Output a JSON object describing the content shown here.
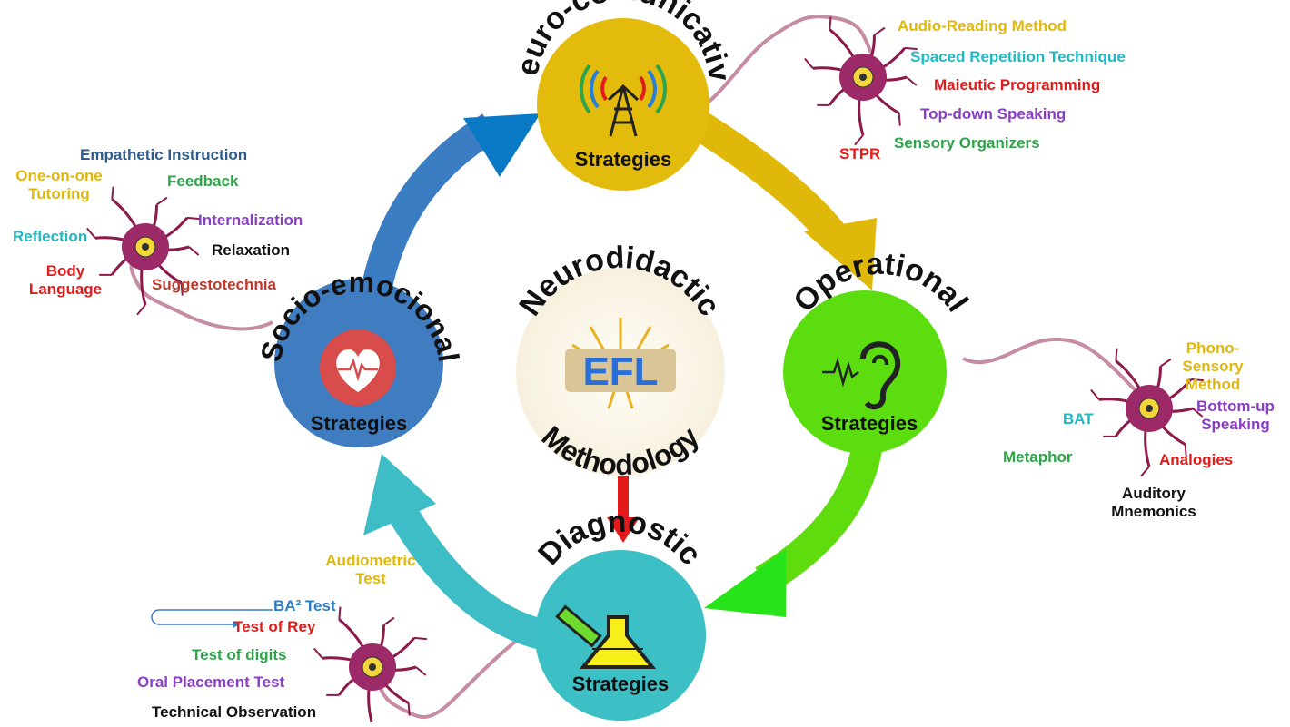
{
  "center": {
    "title_top": "Neurodidactic",
    "badge": "EFL",
    "title_bottom": "Methodology"
  },
  "strategies_word": "Strategies",
  "hubs": {
    "neuro": {
      "title": "Neuro-comunicative",
      "color": "#e3bb0c",
      "icon": "antenna-icon"
    },
    "operational": {
      "title": "Operational",
      "color": "#5bdd10",
      "icon": "ear-icon"
    },
    "diagnostic": {
      "title": "Diagnostic",
      "color": "#3dbfc6",
      "icon": "flask-icon"
    },
    "socio": {
      "title": "Socio-emocional",
      "color": "#3f7cc0",
      "icon": "heart-icon"
    }
  },
  "arrow_colors": {
    "neuro_to_operational": "#e0b80a",
    "operational_to_diagnostic": "#5edc0e",
    "diagnostic_to_socio": "#3fbdc6",
    "socio_to_neuro": "#3a7dc2",
    "center_to_diagnostic": "#e41a1a"
  },
  "neuro_items": [
    {
      "text": "Audio-Reading Method",
      "color": "#e0b80a"
    },
    {
      "text": "Spaced Repetition Technique",
      "color": "#1fb8c3"
    },
    {
      "text": "Maieutic Programming",
      "color": "#e31b1b"
    },
    {
      "text": "Top-down Speaking",
      "color": "#8a3fc3"
    },
    {
      "text": "Sensory Organizers",
      "color": "#2fa44a"
    },
    {
      "text": "STPR",
      "color": "#e31b1b"
    }
  ],
  "operational_items": [
    {
      "text": "Phono-Sensory Method",
      "color": "#e0b80a"
    },
    {
      "text": "Bottom-up Speaking",
      "color": "#8a3fc3"
    },
    {
      "text": "BAT",
      "color": "#1fb8c3"
    },
    {
      "text": "Metaphor",
      "color": "#2fa44a"
    },
    {
      "text": "Analogies",
      "color": "#e31b1b"
    },
    {
      "text": "Auditory Mnemonics",
      "color": "#111111"
    }
  ],
  "socio_items": [
    {
      "text": "Empathetic Instruction",
      "color": "#2e5b8c"
    },
    {
      "text": "One-on-one Tutoring",
      "color": "#e0b80a"
    },
    {
      "text": "Feedback",
      "color": "#2fa44a"
    },
    {
      "text": "Internalization",
      "color": "#8a3fc3"
    },
    {
      "text": "Reflection",
      "color": "#1fb8c3"
    },
    {
      "text": "Relaxation",
      "color": "#111111"
    },
    {
      "text": "Body Language",
      "color": "#e31b1b"
    },
    {
      "text": "Suggestotechnia",
      "color": "#c0392b"
    }
  ],
  "diagnostic_items": [
    {
      "text": "Audiometric Test",
      "color": "#e0b80a"
    },
    {
      "text": "BA² Test",
      "color": "#2c7ec4"
    },
    {
      "text": "Test  of Rey",
      "color": "#e31b1b"
    },
    {
      "text": "Test of digits",
      "color": "#2fa44a"
    },
    {
      "text": "Oral Placement Test",
      "color": "#8a3fc3"
    },
    {
      "text": "Technical Observation",
      "color": "#111111"
    }
  ]
}
